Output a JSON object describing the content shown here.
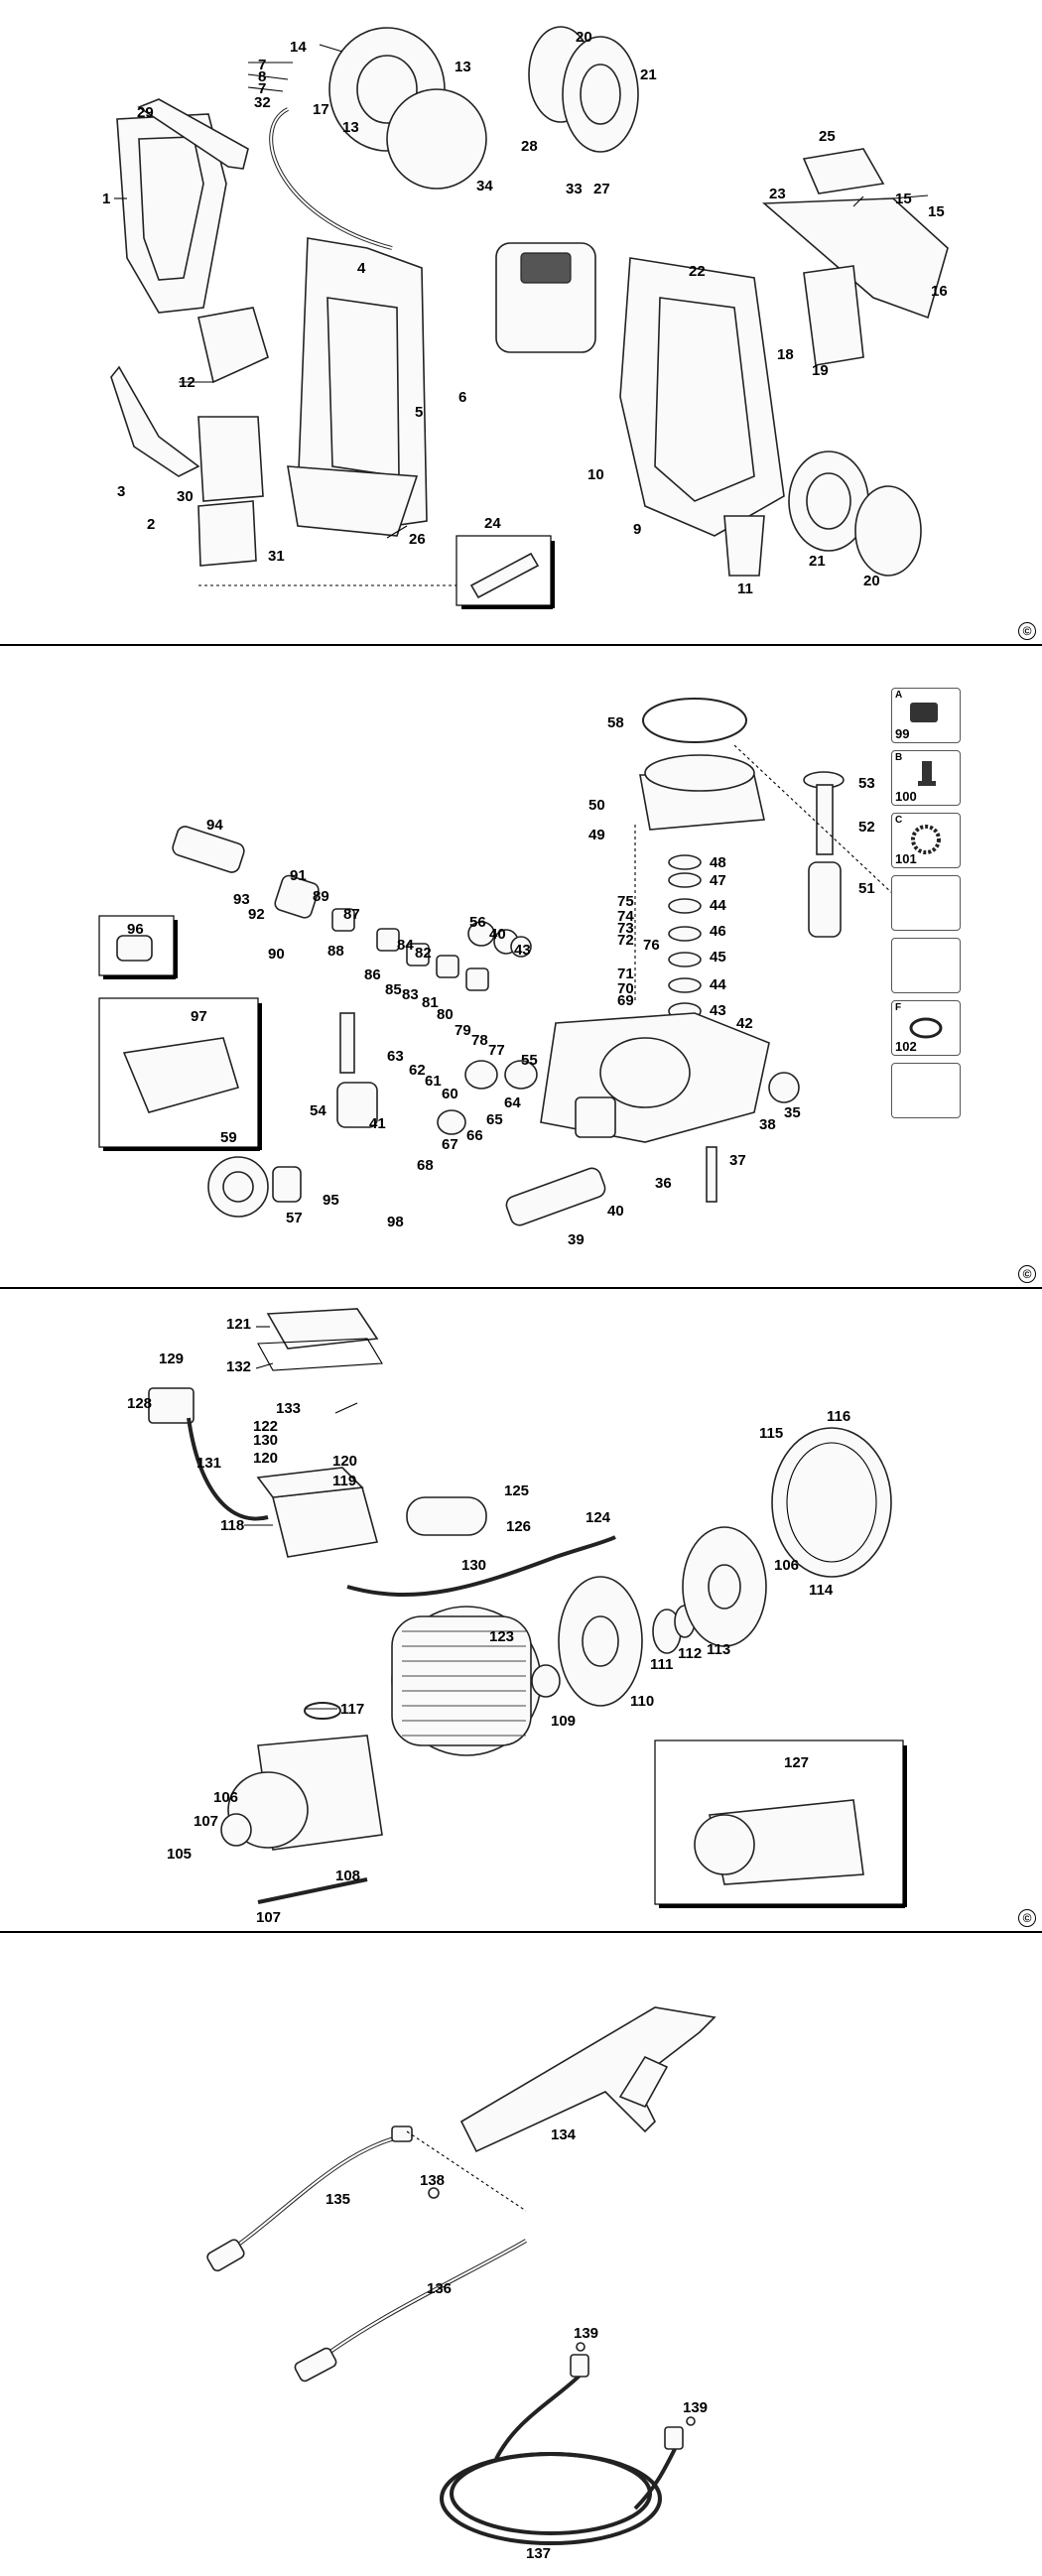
{
  "copyright_symbol": "©",
  "panel1": {
    "labels": [
      "14",
      "7",
      "8",
      "7",
      "32",
      "17",
      "13",
      "13",
      "20",
      "21",
      "29",
      "1",
      "28",
      "34",
      "33",
      "27",
      "25",
      "23",
      "15",
      "15",
      "16",
      "22",
      "4",
      "12",
      "6",
      "5",
      "18",
      "19",
      "10",
      "9",
      "3",
      "30",
      "2",
      "31",
      "26",
      "24",
      "11",
      "21",
      "20"
    ]
  },
  "panel2": {
    "labels": [
      "58",
      "53",
      "50",
      "52",
      "49",
      "48",
      "47",
      "51",
      "44",
      "46",
      "75",
      "74",
      "73",
      "72",
      "76",
      "45",
      "71",
      "70",
      "69",
      "44",
      "43",
      "42",
      "94",
      "93",
      "91",
      "89",
      "92",
      "90",
      "87",
      "88",
      "86",
      "85",
      "84",
      "82",
      "83",
      "81",
      "80",
      "56",
      "40",
      "43",
      "79",
      "78",
      "77",
      "55",
      "96",
      "97",
      "63",
      "62",
      "61",
      "60",
      "54",
      "41",
      "64",
      "65",
      "66",
      "67",
      "68",
      "59",
      "57",
      "95",
      "98",
      "39",
      "40",
      "36",
      "37",
      "38",
      "35"
    ],
    "legend": [
      {
        "tag": "A",
        "number": "99"
      },
      {
        "tag": "B",
        "number": "100"
      },
      {
        "tag": "C",
        "number": "101"
      },
      {
        "tag": "",
        "number": ""
      },
      {
        "tag": "",
        "number": ""
      },
      {
        "tag": "F",
        "number": "102"
      },
      {
        "tag": "",
        "number": ""
      }
    ]
  },
  "panel3": {
    "labels": [
      "121",
      "132",
      "129",
      "128",
      "133",
      "122",
      "130",
      "120",
      "120",
      "119",
      "131",
      "118",
      "125",
      "126",
      "130",
      "124",
      "116",
      "115",
      "106",
      "114",
      "123",
      "113",
      "112",
      "111",
      "110",
      "109",
      "117",
      "106",
      "107",
      "105",
      "108",
      "107",
      "127"
    ]
  },
  "panel4": {
    "labels": [
      "134",
      "138",
      "135",
      "136",
      "139",
      "139",
      "137"
    ]
  }
}
